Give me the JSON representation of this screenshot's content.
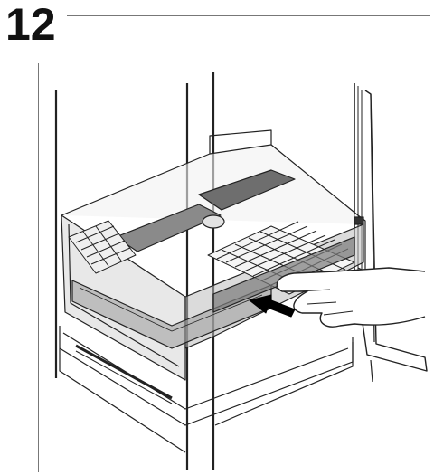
{
  "step": {
    "number": "12"
  },
  "illustration": {
    "subject": "freezer-drawer-insertion",
    "arrow_direction": "push-in",
    "colors": {
      "line": "#222222",
      "glass": "#c9c9c9",
      "dark_band": "#6e6e6e",
      "tray": "#9a9a9a",
      "rule": "#777777"
    }
  }
}
